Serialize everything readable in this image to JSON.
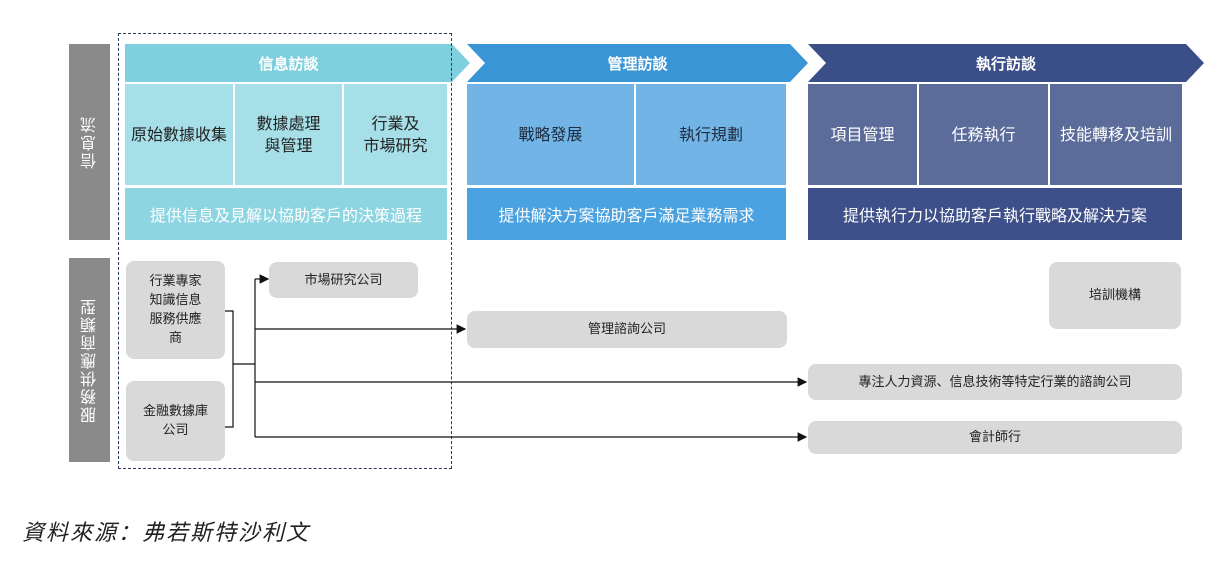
{
  "sidebar": {
    "info_flow": "信息流",
    "provider_types": "服務供應商類型"
  },
  "stages": [
    {
      "title": "信息訪談",
      "cells": [
        "原始數據收集",
        "數據處理\n與管理",
        "行業及\n市場研究"
      ],
      "footer": "提供信息及見解以協助客戶的決策過程"
    },
    {
      "title": "管理訪談",
      "cells": [
        "戰略發展",
        "執行規劃"
      ],
      "footer": "提供解決方案協助客戶滿足業務需求"
    },
    {
      "title": "執行訪談",
      "cells": [
        "項目管理",
        "任務執行",
        "技能轉移及培訓"
      ],
      "footer": "提供執行力以協助客戶執行戰略及解決方案"
    }
  ],
  "sources": {
    "expert": "行業專家\n知識信息\n服務供應\n商",
    "financial_db": "金融數據庫\n公司"
  },
  "targets": {
    "market_research": "市場研究公司",
    "management_consulting": "管理諮詢公司",
    "training": "培訓機構",
    "hr_it": "專注人力資源、信息技術等特定行業的諮詢公司",
    "accounting": "會計師行"
  },
  "source_note": "資料來源：弗若斯特沙利文",
  "colors": {
    "stage1_header": "#7fd0df",
    "stage1_body": "#a7dfe8",
    "stage1_footer": "#8ed5e2",
    "stage2_header": "#3a95d6",
    "stage2_body": "#72b4e6",
    "stage2_footer": "#4aa2e0",
    "stage3_header": "#3a4e88",
    "stage3_body": "#5c6c9a",
    "stage3_footer": "#3e5089",
    "sidebar": "#8a8a8a",
    "gray_box": "#d9d9d9"
  }
}
